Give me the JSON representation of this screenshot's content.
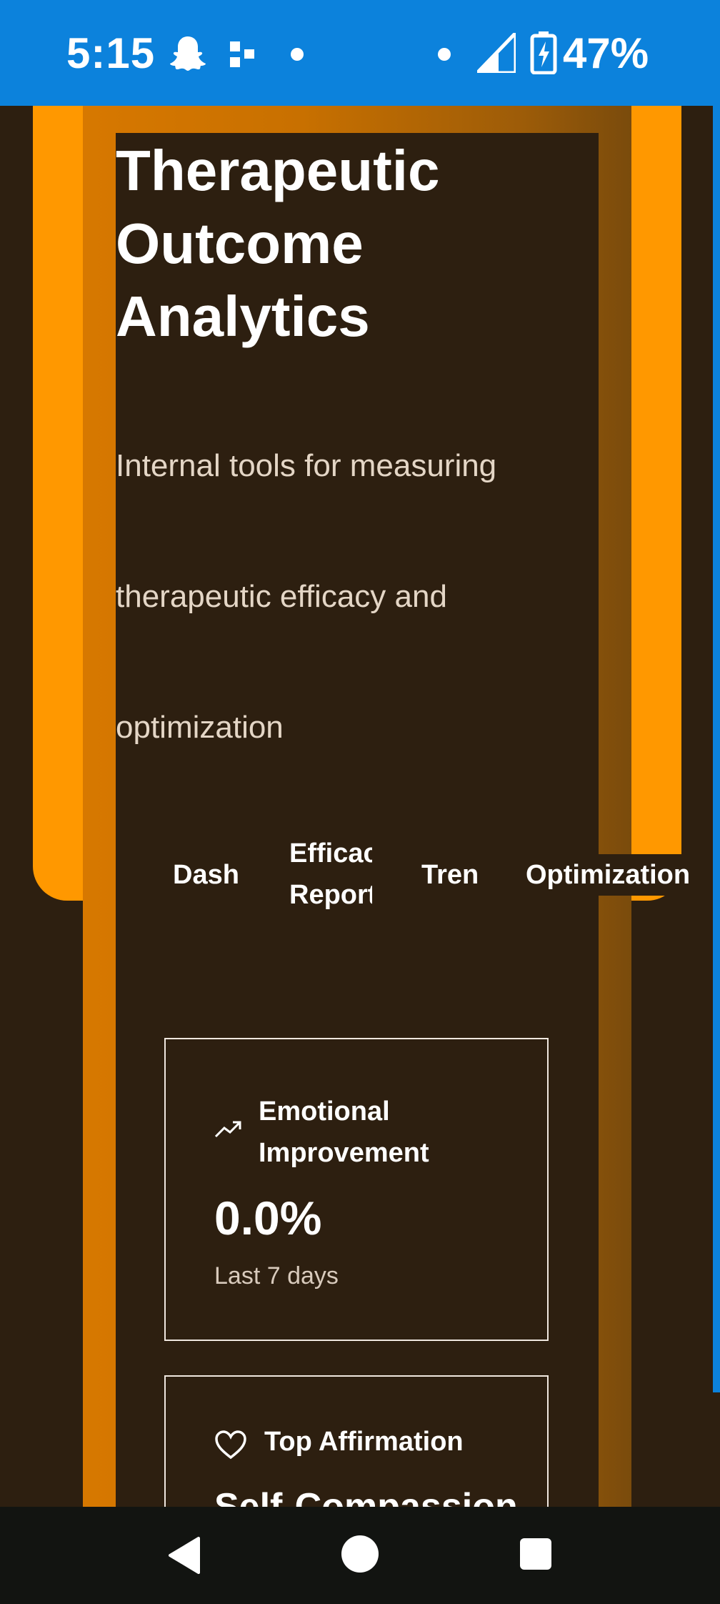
{
  "status_bar": {
    "time": "5:15",
    "battery_percent": "47%",
    "icons": [
      "snapchat-ghost-icon",
      "grid-icon",
      "dot-icon",
      "dot-icon",
      "signal-icon",
      "battery-charging-icon"
    ]
  },
  "header": {
    "title": "Therapeutic Outcome Analytics",
    "subtitle": "Internal tools for measuring therapeutic efficacy and optimization"
  },
  "tabs": [
    {
      "label": "Dashl"
    },
    {
      "label": "Efficac Report"
    },
    {
      "label": "Tren"
    },
    {
      "label": "Optimization"
    }
  ],
  "cards": [
    {
      "icon": "trending-up-icon",
      "label": "Emotional Improvement",
      "value": "0.0%",
      "period": "Last 7 days"
    },
    {
      "icon": "heart-icon",
      "label": "Top Affirmation",
      "value": "Self-Compassion"
    }
  ],
  "nav_bar": {
    "icons": [
      "back-icon",
      "home-icon",
      "recent-apps-icon"
    ]
  },
  "colors": {
    "status_bar": "#0c82dc",
    "background": "#2d1f10",
    "accent_orange": "#ff9800",
    "text": "#ffffff",
    "nav_bar": "#121411"
  }
}
